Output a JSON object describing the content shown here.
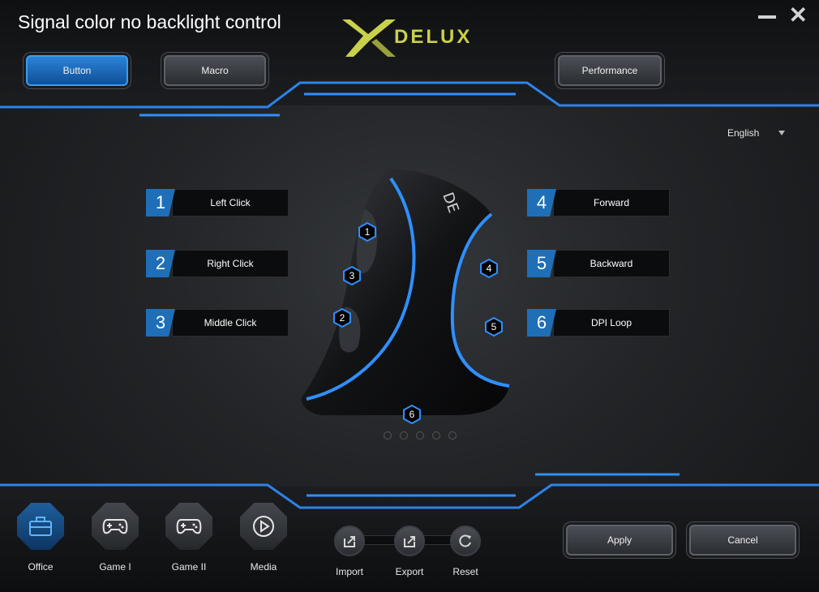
{
  "window": {
    "title": "Signal color no backlight control",
    "brand": "DELUX"
  },
  "tabs": [
    {
      "label": "Button",
      "active": true
    },
    {
      "label": "Macro",
      "active": false
    },
    {
      "label": "Performance",
      "active": false
    }
  ],
  "language": {
    "selected": "English"
  },
  "mappings": [
    {
      "num": "1",
      "label": "Left Click"
    },
    {
      "num": "2",
      "label": "Right Click"
    },
    {
      "num": "3",
      "label": "Middle Click"
    },
    {
      "num": "4",
      "label": "Forward"
    },
    {
      "num": "5",
      "label": "Backward"
    },
    {
      "num": "6",
      "label": "DPI Loop"
    }
  ],
  "mouse_markers": [
    "1",
    "2",
    "3",
    "4",
    "5",
    "6"
  ],
  "modes": [
    {
      "label": "Office",
      "icon": "briefcase-icon",
      "active": true
    },
    {
      "label": "Game I",
      "icon": "gamepad-icon",
      "active": false
    },
    {
      "label": "Game II",
      "icon": "gamepad-icon",
      "active": false
    },
    {
      "label": "Media",
      "icon": "play-icon",
      "active": false
    }
  ],
  "tools": [
    {
      "label": "Import",
      "icon": "import-icon"
    },
    {
      "label": "Export",
      "icon": "export-icon"
    },
    {
      "label": "Reset",
      "icon": "reset-icon"
    }
  ],
  "actions": {
    "apply": "Apply",
    "cancel": "Cancel"
  },
  "colors": {
    "accent_blue": "#1e6fb8",
    "glow_blue": "#2f8fff",
    "brand_yellow": "#c9d14a"
  }
}
